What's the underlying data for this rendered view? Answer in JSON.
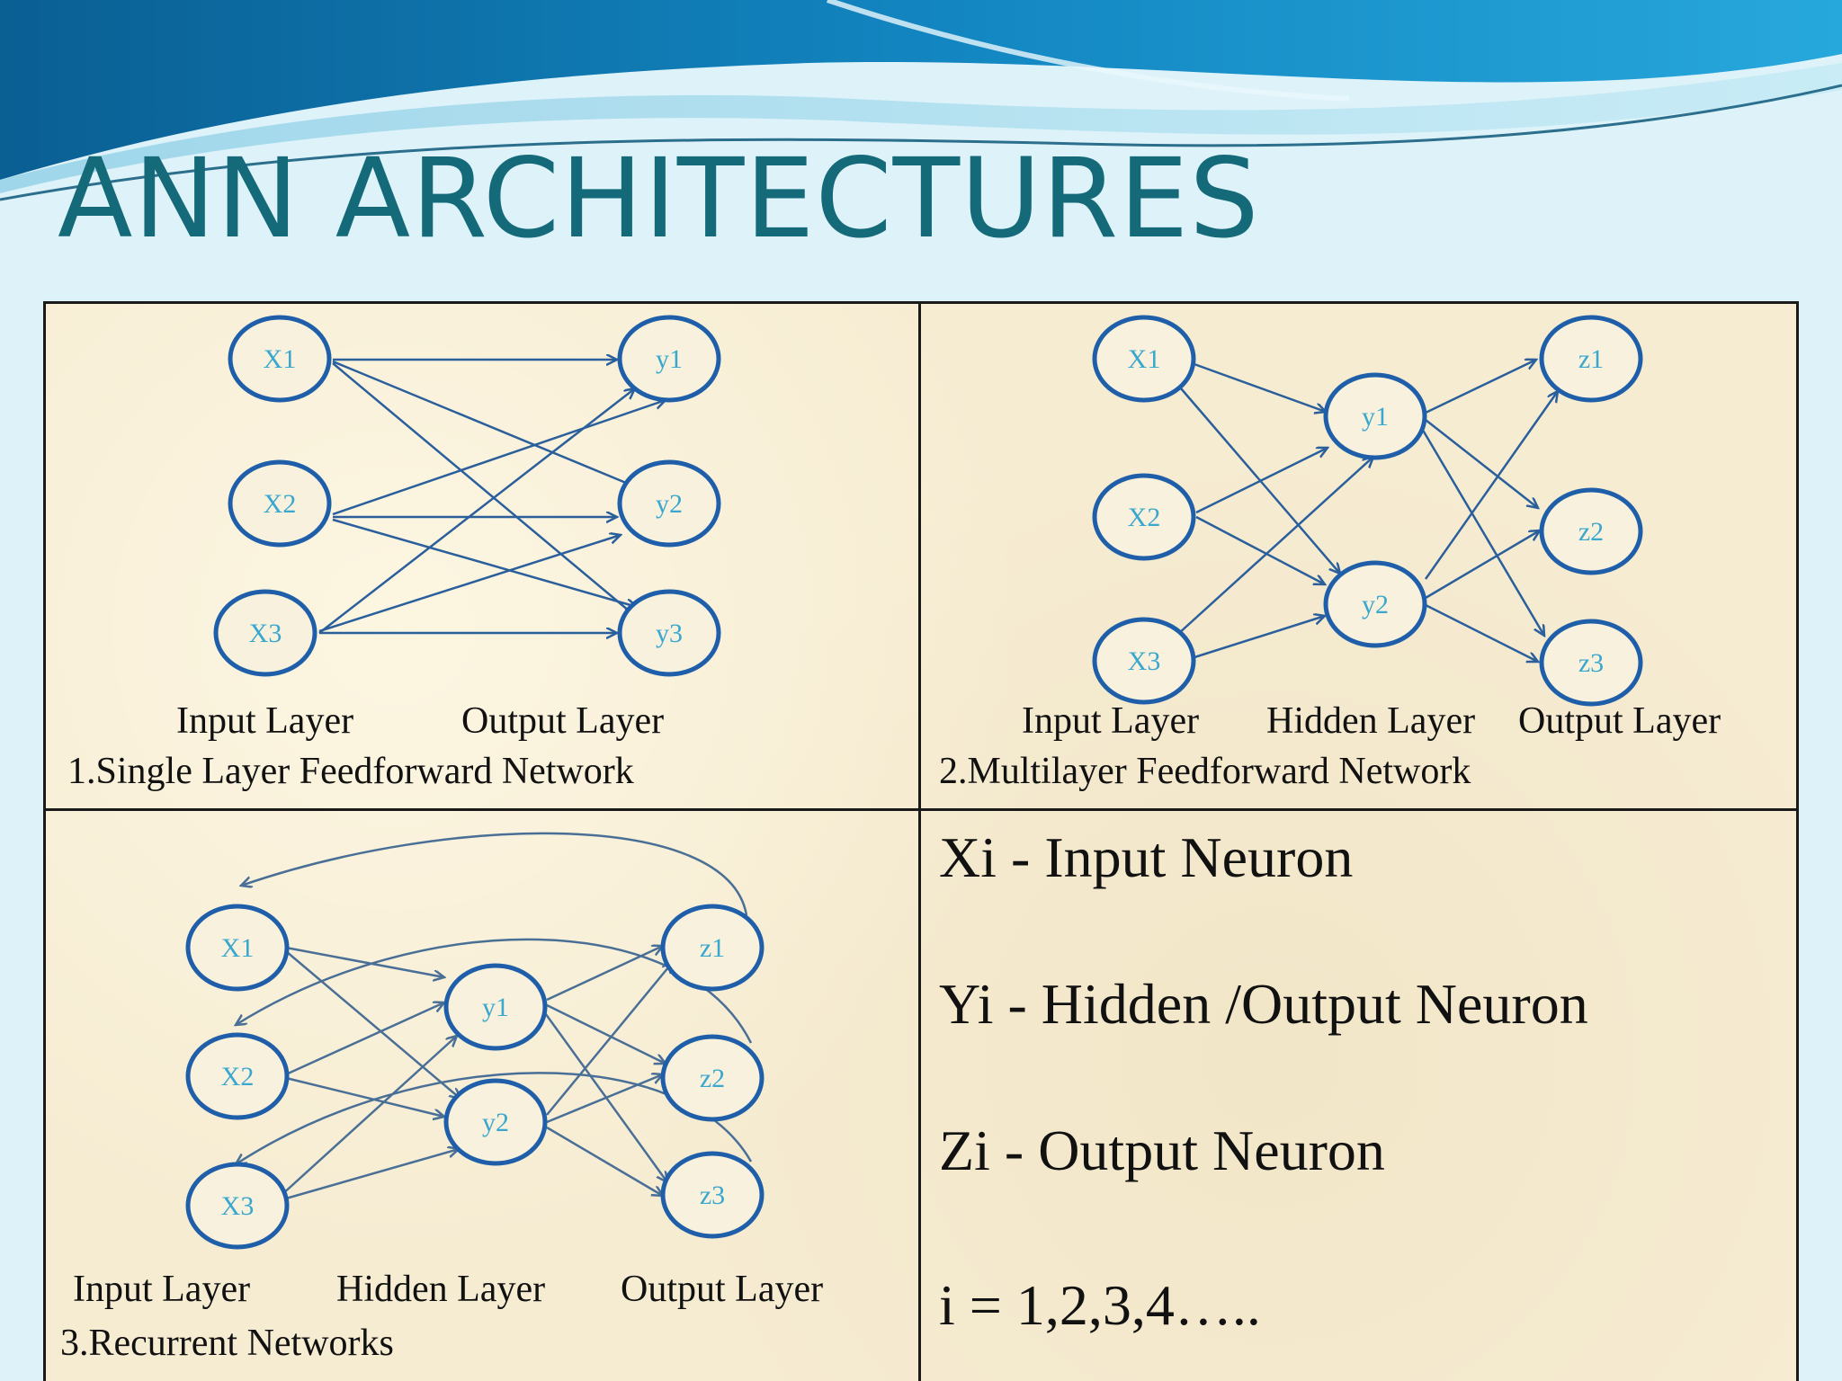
{
  "title": "ANN ARCHITECTURES",
  "colors": {
    "node_stroke": "#1f5ea8",
    "node_text": "#3aa7cf",
    "edge": "#2a5f9c",
    "title": "#156a7a"
  },
  "panel1": {
    "nodes": {
      "x1": "X1",
      "x2": "X2",
      "x3": "X3",
      "y1": "y1",
      "y2": "y2",
      "y3": "y3"
    },
    "input_label": "Input Layer",
    "output_label": "Output Layer",
    "caption": "1.Single Layer Feedforward Network"
  },
  "panel2": {
    "nodes": {
      "x1": "X1",
      "x2": "X2",
      "x3": "X3",
      "y1": "y1",
      "y2": "y2",
      "z1": "z1",
      "z2": "z2",
      "z3": "z3"
    },
    "input_label": "Input Layer",
    "hidden_label": "Hidden Layer",
    "output_label": "Output Layer",
    "caption": "2.Multilayer Feedforward Network"
  },
  "panel3": {
    "nodes": {
      "x1": "X1",
      "x2": "X2",
      "x3": "X3",
      "y1": "y1",
      "y2": "y2",
      "z1": "z1",
      "z2": "z2",
      "z3": "z3"
    },
    "input_label": "Input Layer",
    "hidden_label": "Hidden Layer",
    "output_label": "Output Layer",
    "caption": "3.Recurrent Networks"
  },
  "legend": {
    "xi": "Xi  -  Input Neuron",
    "yi": "Yi  - Hidden /Output Neuron",
    "zi": "Zi  - Output Neuron",
    "i": "i = 1,2,3,4….."
  }
}
